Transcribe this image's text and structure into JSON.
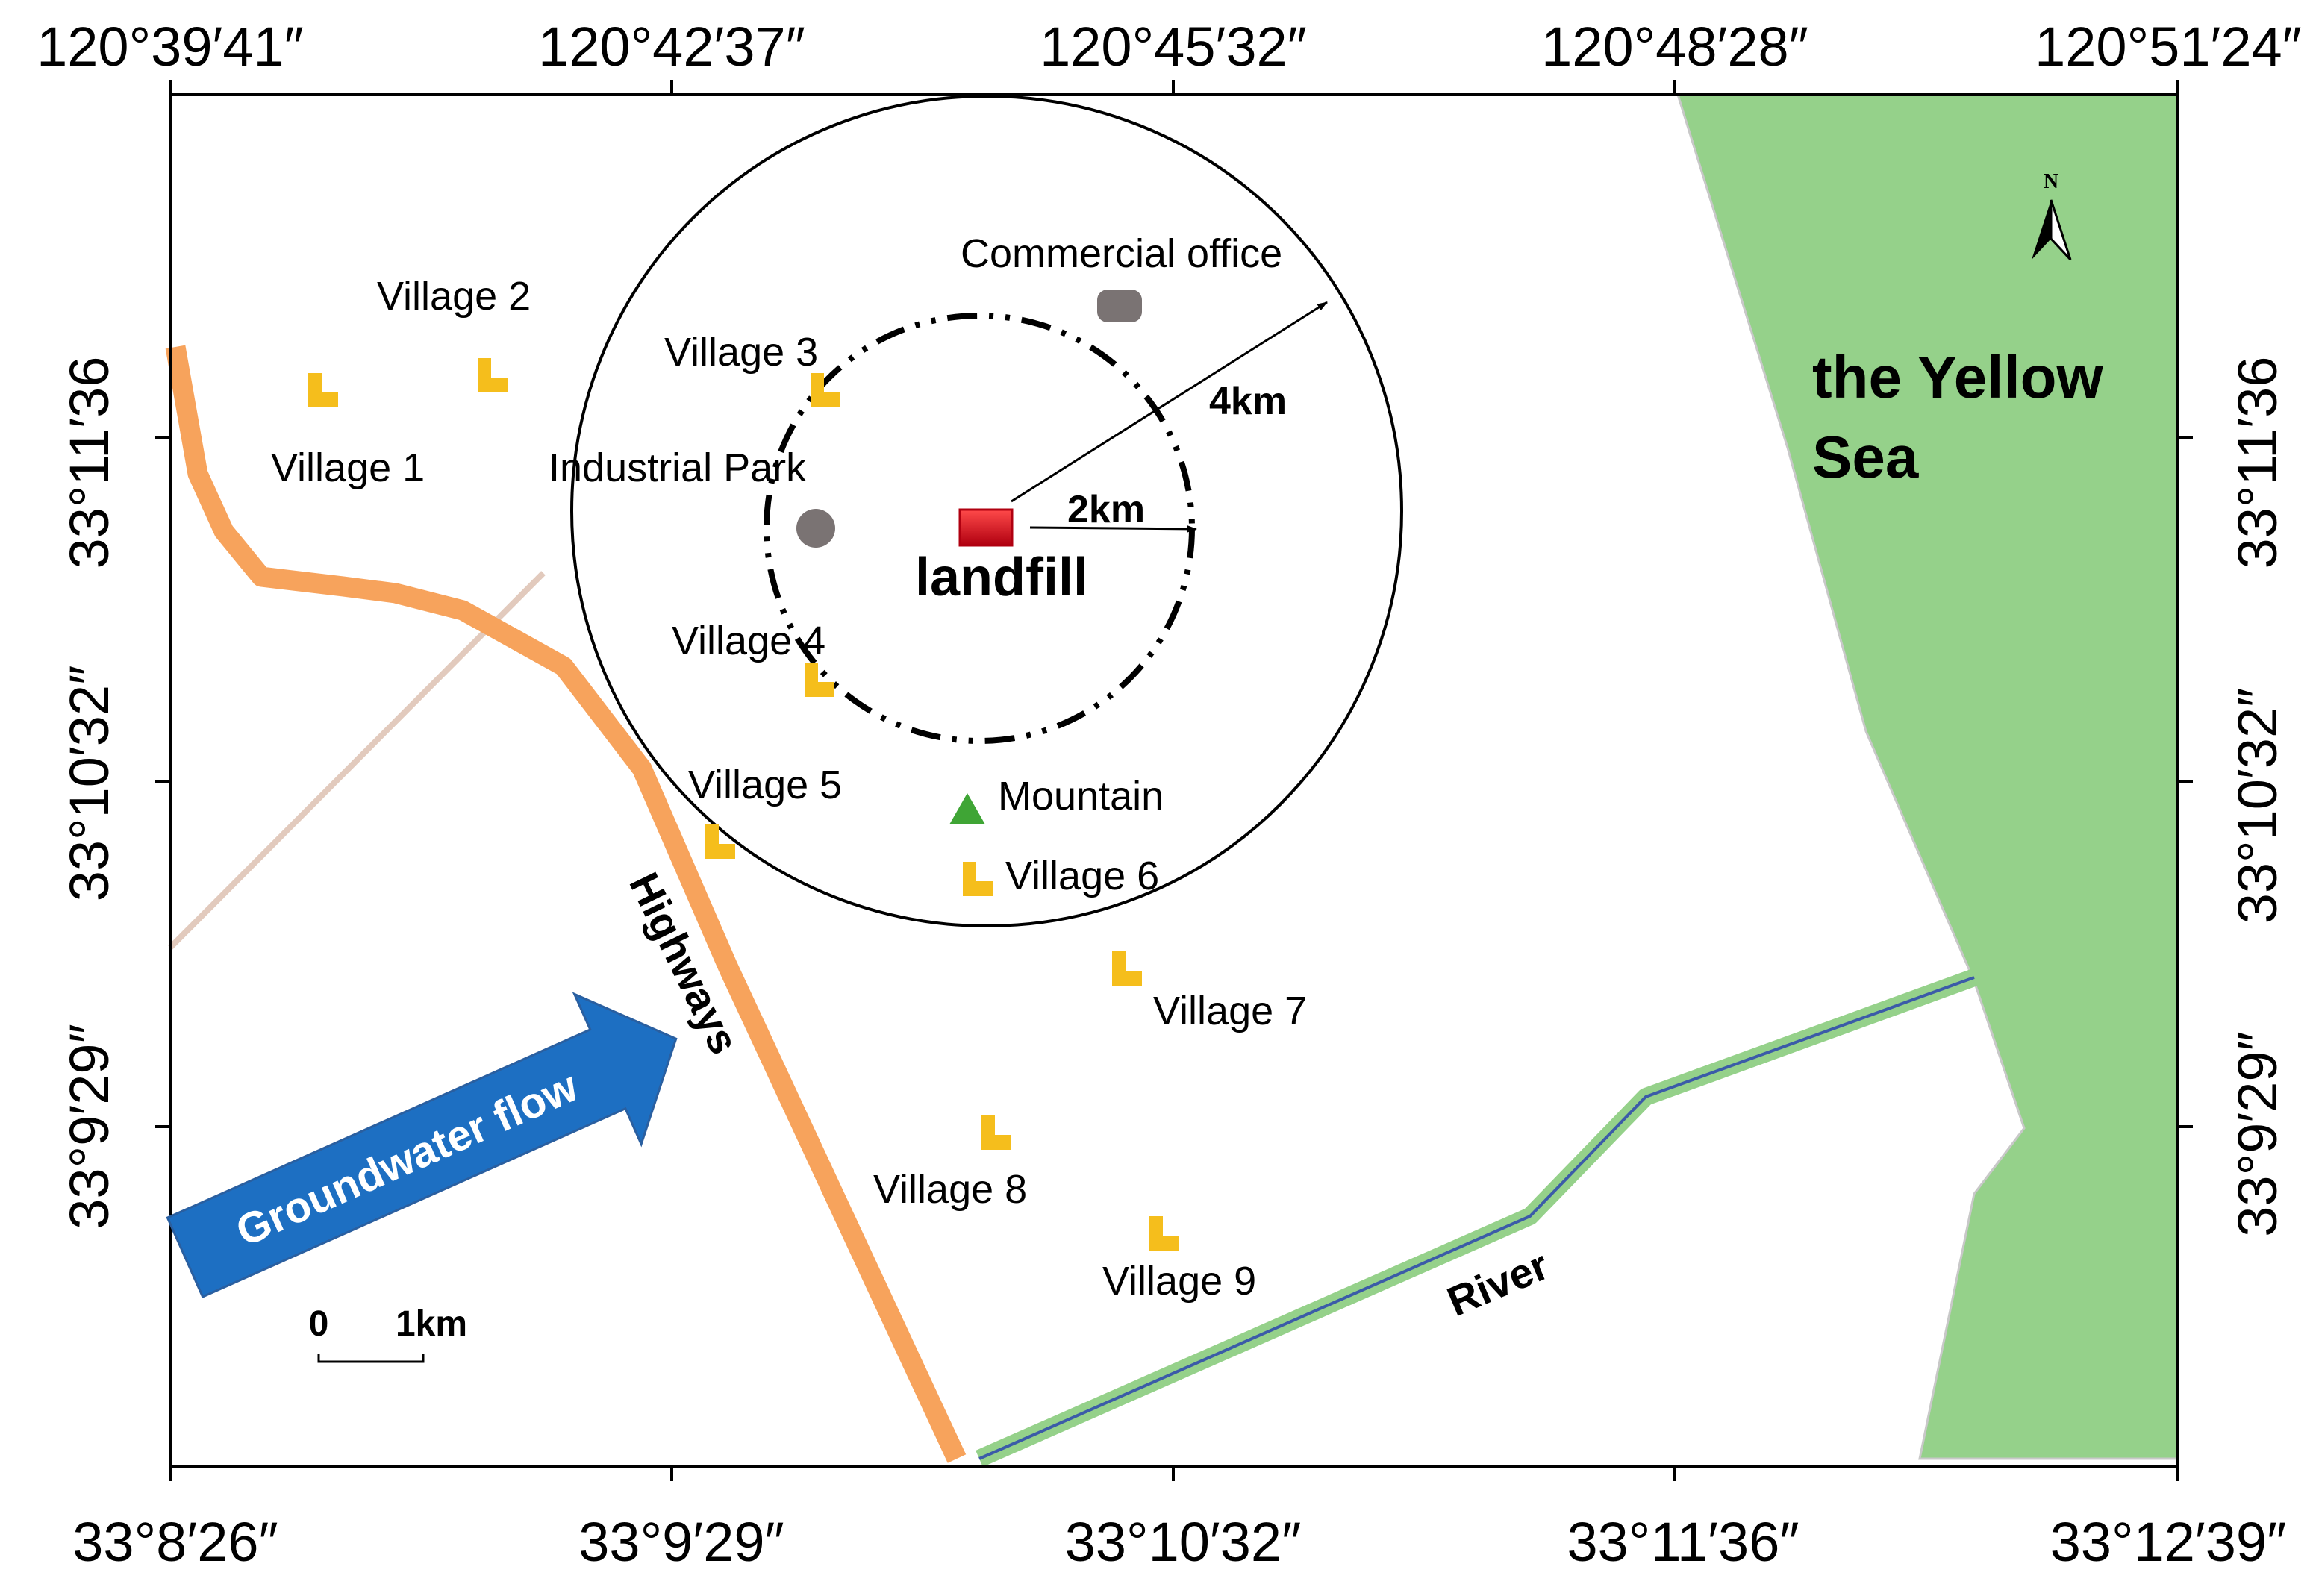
{
  "map": {
    "top_lon_labels": [
      "120°39′41″",
      "120°42′37″",
      "120°45′32″",
      "120°48′28″",
      "120°51′24″"
    ],
    "bottom_labels": [
      "33°8′26″",
      "33°9′29″",
      "33°10′32″",
      "33°11′36″",
      "33°12′39″"
    ],
    "left_lat_labels": [
      "33°11′36",
      "33°10′32″",
      "33°9′29″"
    ],
    "right_lat_labels": [
      "33°11′36",
      "33°10′32″",
      "33°9′29″"
    ],
    "landfill": "landfill",
    "sea": [
      "the Yellow",
      "Sea"
    ],
    "highway": "Highways",
    "river": "River",
    "groundwater": "Groundwater flow",
    "north": "N",
    "rings": {
      "inner": "2km",
      "outer": "4km"
    },
    "scale_bar": {
      "start": "0",
      "end": "1km"
    },
    "places": {
      "commercial_office": "Commercial office",
      "industrial_park": "Industrial Park",
      "mountain": "Mountain",
      "village_1": "Village 1",
      "village_2": "Village 2",
      "village_3": "Village 3",
      "village_4": "Village 4",
      "village_5": "Village 5",
      "village_6": "Village 6",
      "village_7": "Village 7",
      "village_8": "Village 8",
      "village_9": "Village 9"
    },
    "colors": {
      "sea": "#95d18a",
      "highway": "#f7a35c",
      "river_band": "#95d18a",
      "river_line": "#3b5ba8",
      "village": "#f5be1c",
      "landfill": "#e30613",
      "mountain": "#3fa535",
      "facility": "#7a7373",
      "flow_arrow": "#1d6fc2"
    }
  }
}
